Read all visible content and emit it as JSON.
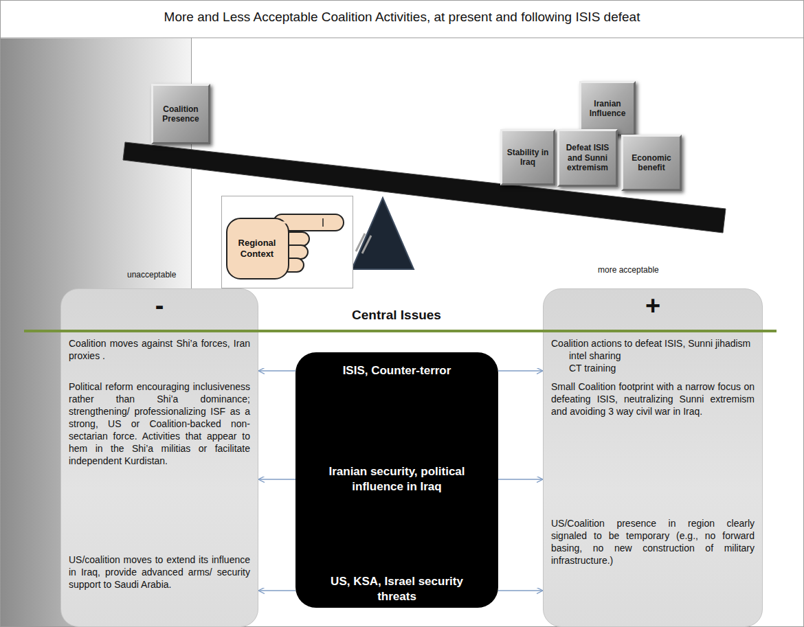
{
  "diagram": {
    "title": "More and Less Acceptable Coalition Activities, at present and following ISIS defeat",
    "nodes": [
      {
        "text": [
          "Coalition Presence"
        ]
      },
      {
        "text": [
          "Iranian Influence"
        ]
      },
      {
        "text": [
          "Stability in Iraq"
        ]
      },
      {
        "text": [
          "Defeat ISIS and Sunni extremism"
        ]
      },
      {
        "text": [
          "Economic benefit"
        ]
      },
      {
        "text": [
          "Regional Context"
        ]
      },
      {
        "text": [
          "-",
          "Coalition moves against Shi’a forces, Iran proxies .",
          "Political reform encouraging inclusiveness rather than Shi’a dominance; strengthening/ professionalizing ISF as a strong, US or Coalition-backed non-sectarian force. Activities that appear to hem in the Shi’a militias or facilitate independent Kurdistan.",
          "US/coalition moves to extend its influence in Iraq, provide advanced arms/ security support to Saudi Arabia."
        ]
      },
      {
        "text": [
          "ISIS, Counter-terror",
          "Iranian security, political influence in Iraq",
          "US, KSA, Israel security threats"
        ]
      },
      {
        "text": [
          "+",
          "Coalition actions to defeat ISIS, Sunni jihadism",
          "intel sharing",
          "CT training",
          "Small Coalition footprint with a narrow focus on defeating ISIS, neutralizing Sunni extremism and avoiding 3 way civil war in Iraq.",
          "US/Coalition presence in region clearly signaled to be temporary (e.g., no forward basing, no new construction of military infrastructure.)"
        ]
      }
    ],
    "edges": [
      {
        "from": 7,
        "to": 6,
        "arrow": "to"
      },
      {
        "from": 7,
        "to": 6,
        "arrow": "to"
      },
      {
        "from": 7,
        "to": 6,
        "arrow": "to"
      },
      {
        "from": 7,
        "to": 8,
        "arrow": "to"
      },
      {
        "from": 7,
        "to": 8,
        "arrow": "to"
      },
      {
        "from": 7,
        "to": 8,
        "arrow": "to"
      }
    ],
    "labels": [
      "unacceptable",
      "more acceptable",
      "Central Issues"
    ]
  }
}
